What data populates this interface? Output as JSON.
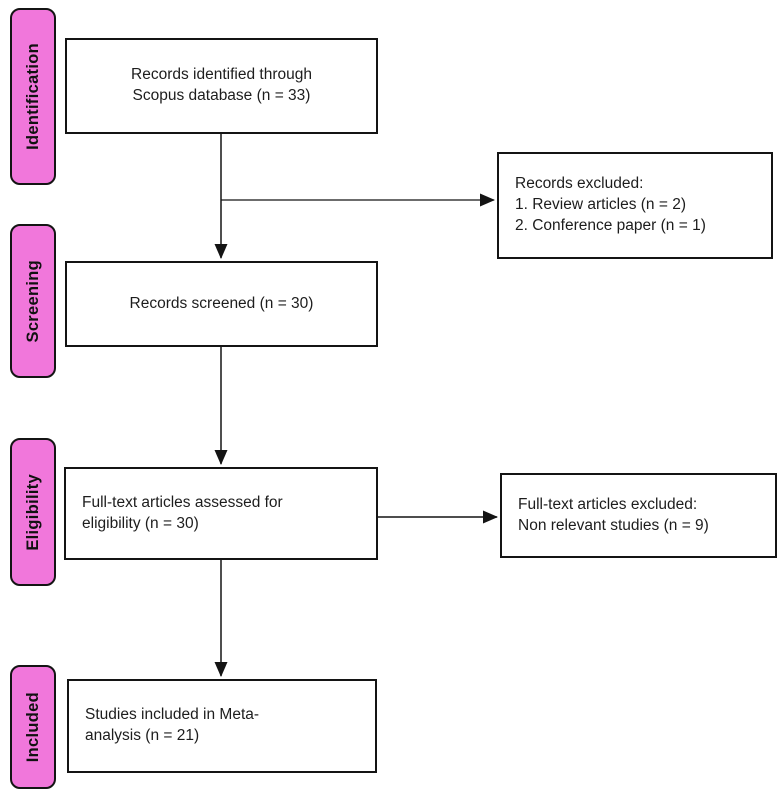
{
  "colors": {
    "stage_fill": "#F177DB",
    "line_color": "#141414",
    "background": "#ffffff"
  },
  "stages": [
    {
      "label": "Identification"
    },
    {
      "label": "Screening"
    },
    {
      "label": "Eligibility"
    },
    {
      "label": "Included"
    }
  ],
  "boxes": {
    "identification": {
      "text": "Records identified through\nScopus database (n = 33)"
    },
    "screening": {
      "text": "Records screened (n = 30)"
    },
    "eligibility": {
      "text": "Full-text articles assessed for\neligibility (n = 30)"
    },
    "included": {
      "text": "Studies included in Meta-\nanalysis (n = 21)"
    },
    "excluded_screening": {
      "text": "Records excluded:\n1. Review articles (n = 2)\n2. Conference paper (n = 1)"
    },
    "excluded_eligibility": {
      "text": "Full-text articles excluded:\nNon relevant studies (n = 9)"
    }
  }
}
